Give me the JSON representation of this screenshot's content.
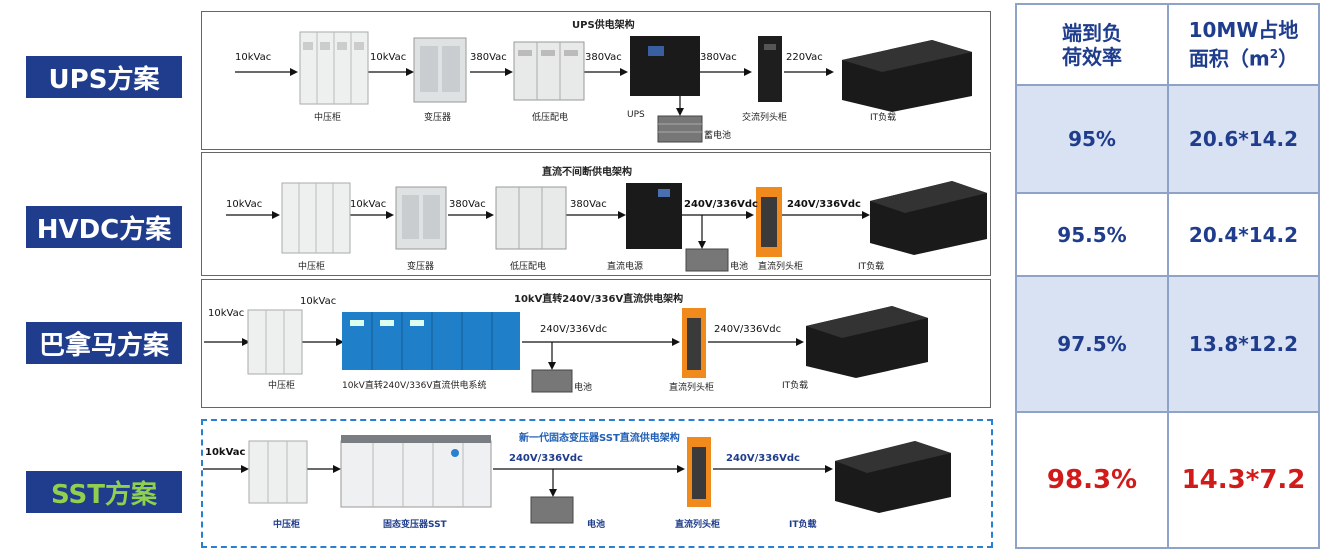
{
  "schemes": [
    {
      "label": "UPS方案",
      "title": "UPS供电架构",
      "equipment": [
        "中压柜",
        "变压器",
        "低压配电",
        "UPS",
        "交流列头柜",
        "IT负载"
      ],
      "battery": "蓄电池",
      "voltages": [
        "10kVac",
        "10kVac",
        "380Vac",
        "380Vac",
        "380Vac",
        "220Vac"
      ]
    },
    {
      "label": "HVDC方案",
      "title": "直流不间断供电架构",
      "equipment": [
        "中压柜",
        "变压器",
        "低压配电",
        "直流电源",
        "直流列头柜",
        "IT负载"
      ],
      "battery": "电池",
      "voltages": [
        "10kVac",
        "10kVac",
        "380Vac",
        "380Vac",
        "240V/336Vdc",
        "240V/336Vdc"
      ]
    },
    {
      "label": "巴拿马方案",
      "title": "10kV直转240V/336V直流供电架构",
      "equipment": [
        "中压柜",
        "10kV直转240V/336V直流供电系统",
        "直流列头柜",
        "IT负载"
      ],
      "battery": "电池",
      "voltages": [
        "10kVac",
        "10kVac",
        "240V/336Vdc",
        "240V/336Vdc"
      ]
    },
    {
      "label": "SST方案",
      "title": "新一代固态变压器SST直流供电架构",
      "equipment": [
        "中压柜",
        "固态变压器SST",
        "直流列头柜",
        "IT负载"
      ],
      "battery": "电池",
      "voltages": [
        "10kVac",
        "240V/336Vdc",
        "240V/336Vdc"
      ]
    }
  ],
  "table": {
    "header_efficiency": "端到负荷效率",
    "header_area": "10MW占地面积（m²）",
    "header_area_main": "10MW占地",
    "header_area_sub": "面积（m",
    "header_area_sup": "2",
    "header_area_end": "）",
    "header_eff_line1": "端到负",
    "header_eff_line2": "荷效率",
    "rows": [
      {
        "efficiency": "95%",
        "area": "20.6*14.2"
      },
      {
        "efficiency": "95.5%",
        "area": "20.4*14.2"
      },
      {
        "efficiency": "97.5%",
        "area": "13.8*12.2"
      },
      {
        "efficiency": "98.3%",
        "area": "14.3*7.2"
      }
    ]
  },
  "colors": {
    "navy": "#1f3d8c",
    "green_text": "#8fd14f",
    "highlight_red": "#d11a1a",
    "cell_shade": "#d9e2f3",
    "orange_cabinet": "#f08a1c",
    "dashed_blue": "#2a7fd0"
  }
}
